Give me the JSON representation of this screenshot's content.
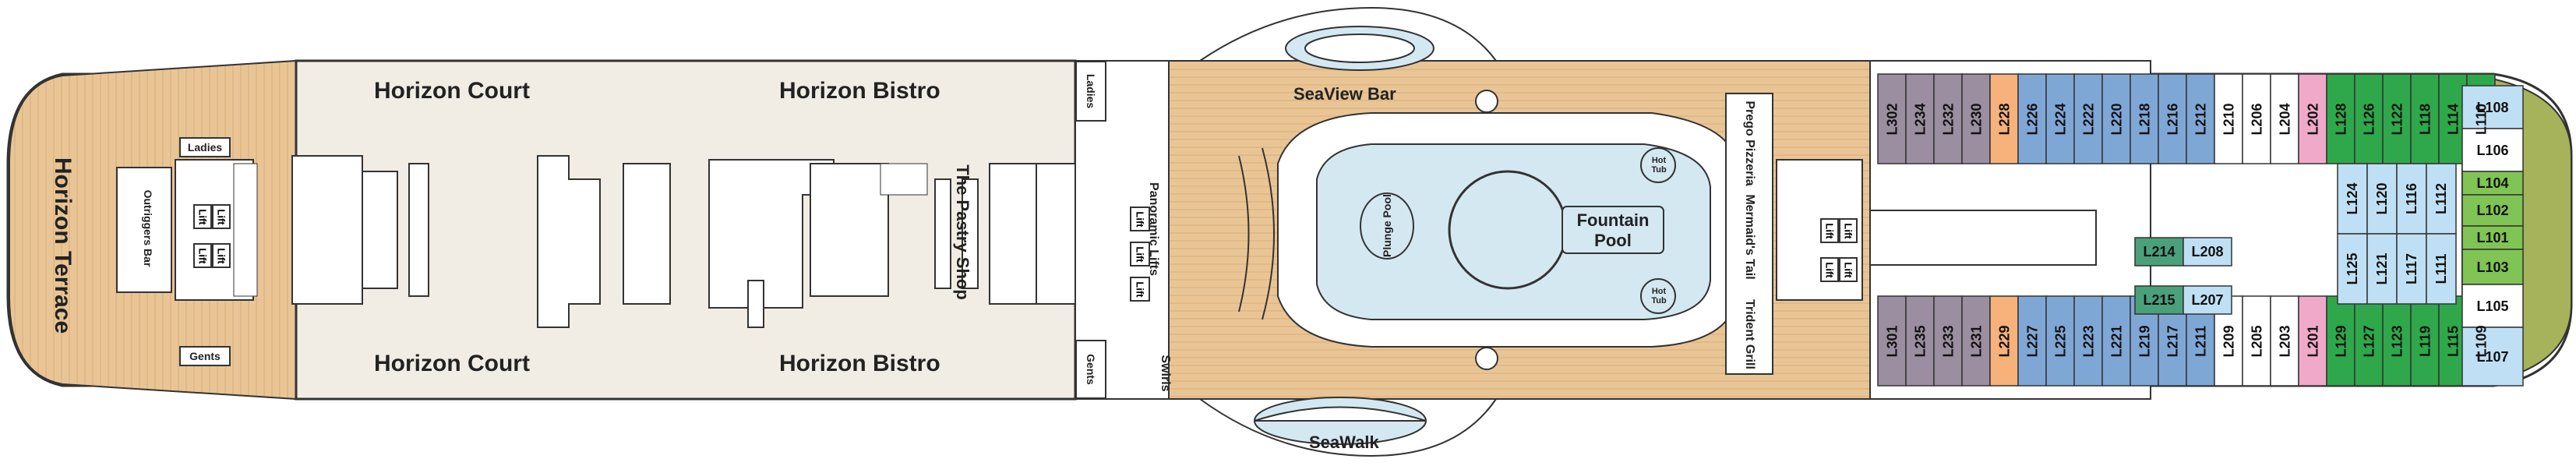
{
  "venues": {
    "horizon_terrace": "Horizon Terrace",
    "outriggers_bar": "Outriggers Bar",
    "horizon_court_top": "Horizon Court",
    "horizon_court_bottom": "Horizon Court",
    "horizon_bistro_top": "Horizon Bistro",
    "horizon_bistro_bottom": "Horizon Bistro",
    "the_pastry_shop": "The Pastry Shop",
    "panoramic_lifts": "Panoramic Lifts",
    "seaview_bar": "SeaView Bar",
    "seawalk": "SeaWalk",
    "plunge_pool": "Plunge Pool",
    "fountain_pool": "Fountain Pool",
    "hot_tub_top": "Hot Tub",
    "hot_tub_bottom": "Hot Tub",
    "prego_pizzeria": "Prego Pizzeria",
    "mermaids_tail": "Mermaid's Tail",
    "trident_grill": "Trident Grill",
    "swirls": "Swirls"
  },
  "facilities": {
    "ladies_aft": "Ladies",
    "gents_aft": "Gents",
    "ladies_mid": "Ladies",
    "gents_mid": "Gents",
    "lift": "Lift"
  },
  "cabins": {
    "top_row": [
      "L302",
      "L234",
      "L232",
      "L230",
      "L228",
      "L226",
      "L224",
      "L222",
      "L220",
      "L218",
      "L216",
      "L212",
      "L210",
      "L206",
      "L204",
      "L202",
      "L128",
      "L126",
      "L122",
      "L118",
      "L114",
      "L110"
    ],
    "bottom_row": [
      "L301",
      "L235",
      "L233",
      "L231",
      "L229",
      "L227",
      "L225",
      "L223",
      "L221",
      "L219",
      "L217",
      "L211",
      "L209",
      "L205",
      "L203",
      "L201",
      "L129",
      "L127",
      "L123",
      "L119",
      "L115",
      "L109"
    ],
    "center_left": [
      "L214",
      "L215"
    ],
    "center_right": [
      "L208",
      "L207"
    ],
    "forward_inner_top": [
      "L124",
      "L120",
      "L116",
      "L112"
    ],
    "forward_inner_bottom": [
      "L125",
      "L121",
      "L117",
      "L111"
    ],
    "bow": [
      "L108",
      "L106",
      "L104",
      "L102",
      "L101",
      "L103",
      "L105",
      "L107"
    ]
  },
  "colors": {
    "deck_wood": "#e8c394",
    "indoor_floor": "#f2ede4",
    "water": "#d4e8f2",
    "cabin_purple": "#9b8ea0",
    "cabin_grey": "#bcbcbc",
    "cabin_orange": "#f6b27a",
    "cabin_blue": "#7fa7d6",
    "cabin_white": "#ffffff",
    "cabin_pink": "#f1a9c9",
    "cabin_green": "#2ea84a",
    "cabin_lightgreen": "#7fc454",
    "cabin_teal": "#4aa07a",
    "cabin_lightblue": "#bfe0f4",
    "bow_olive": "#a7b35a"
  }
}
